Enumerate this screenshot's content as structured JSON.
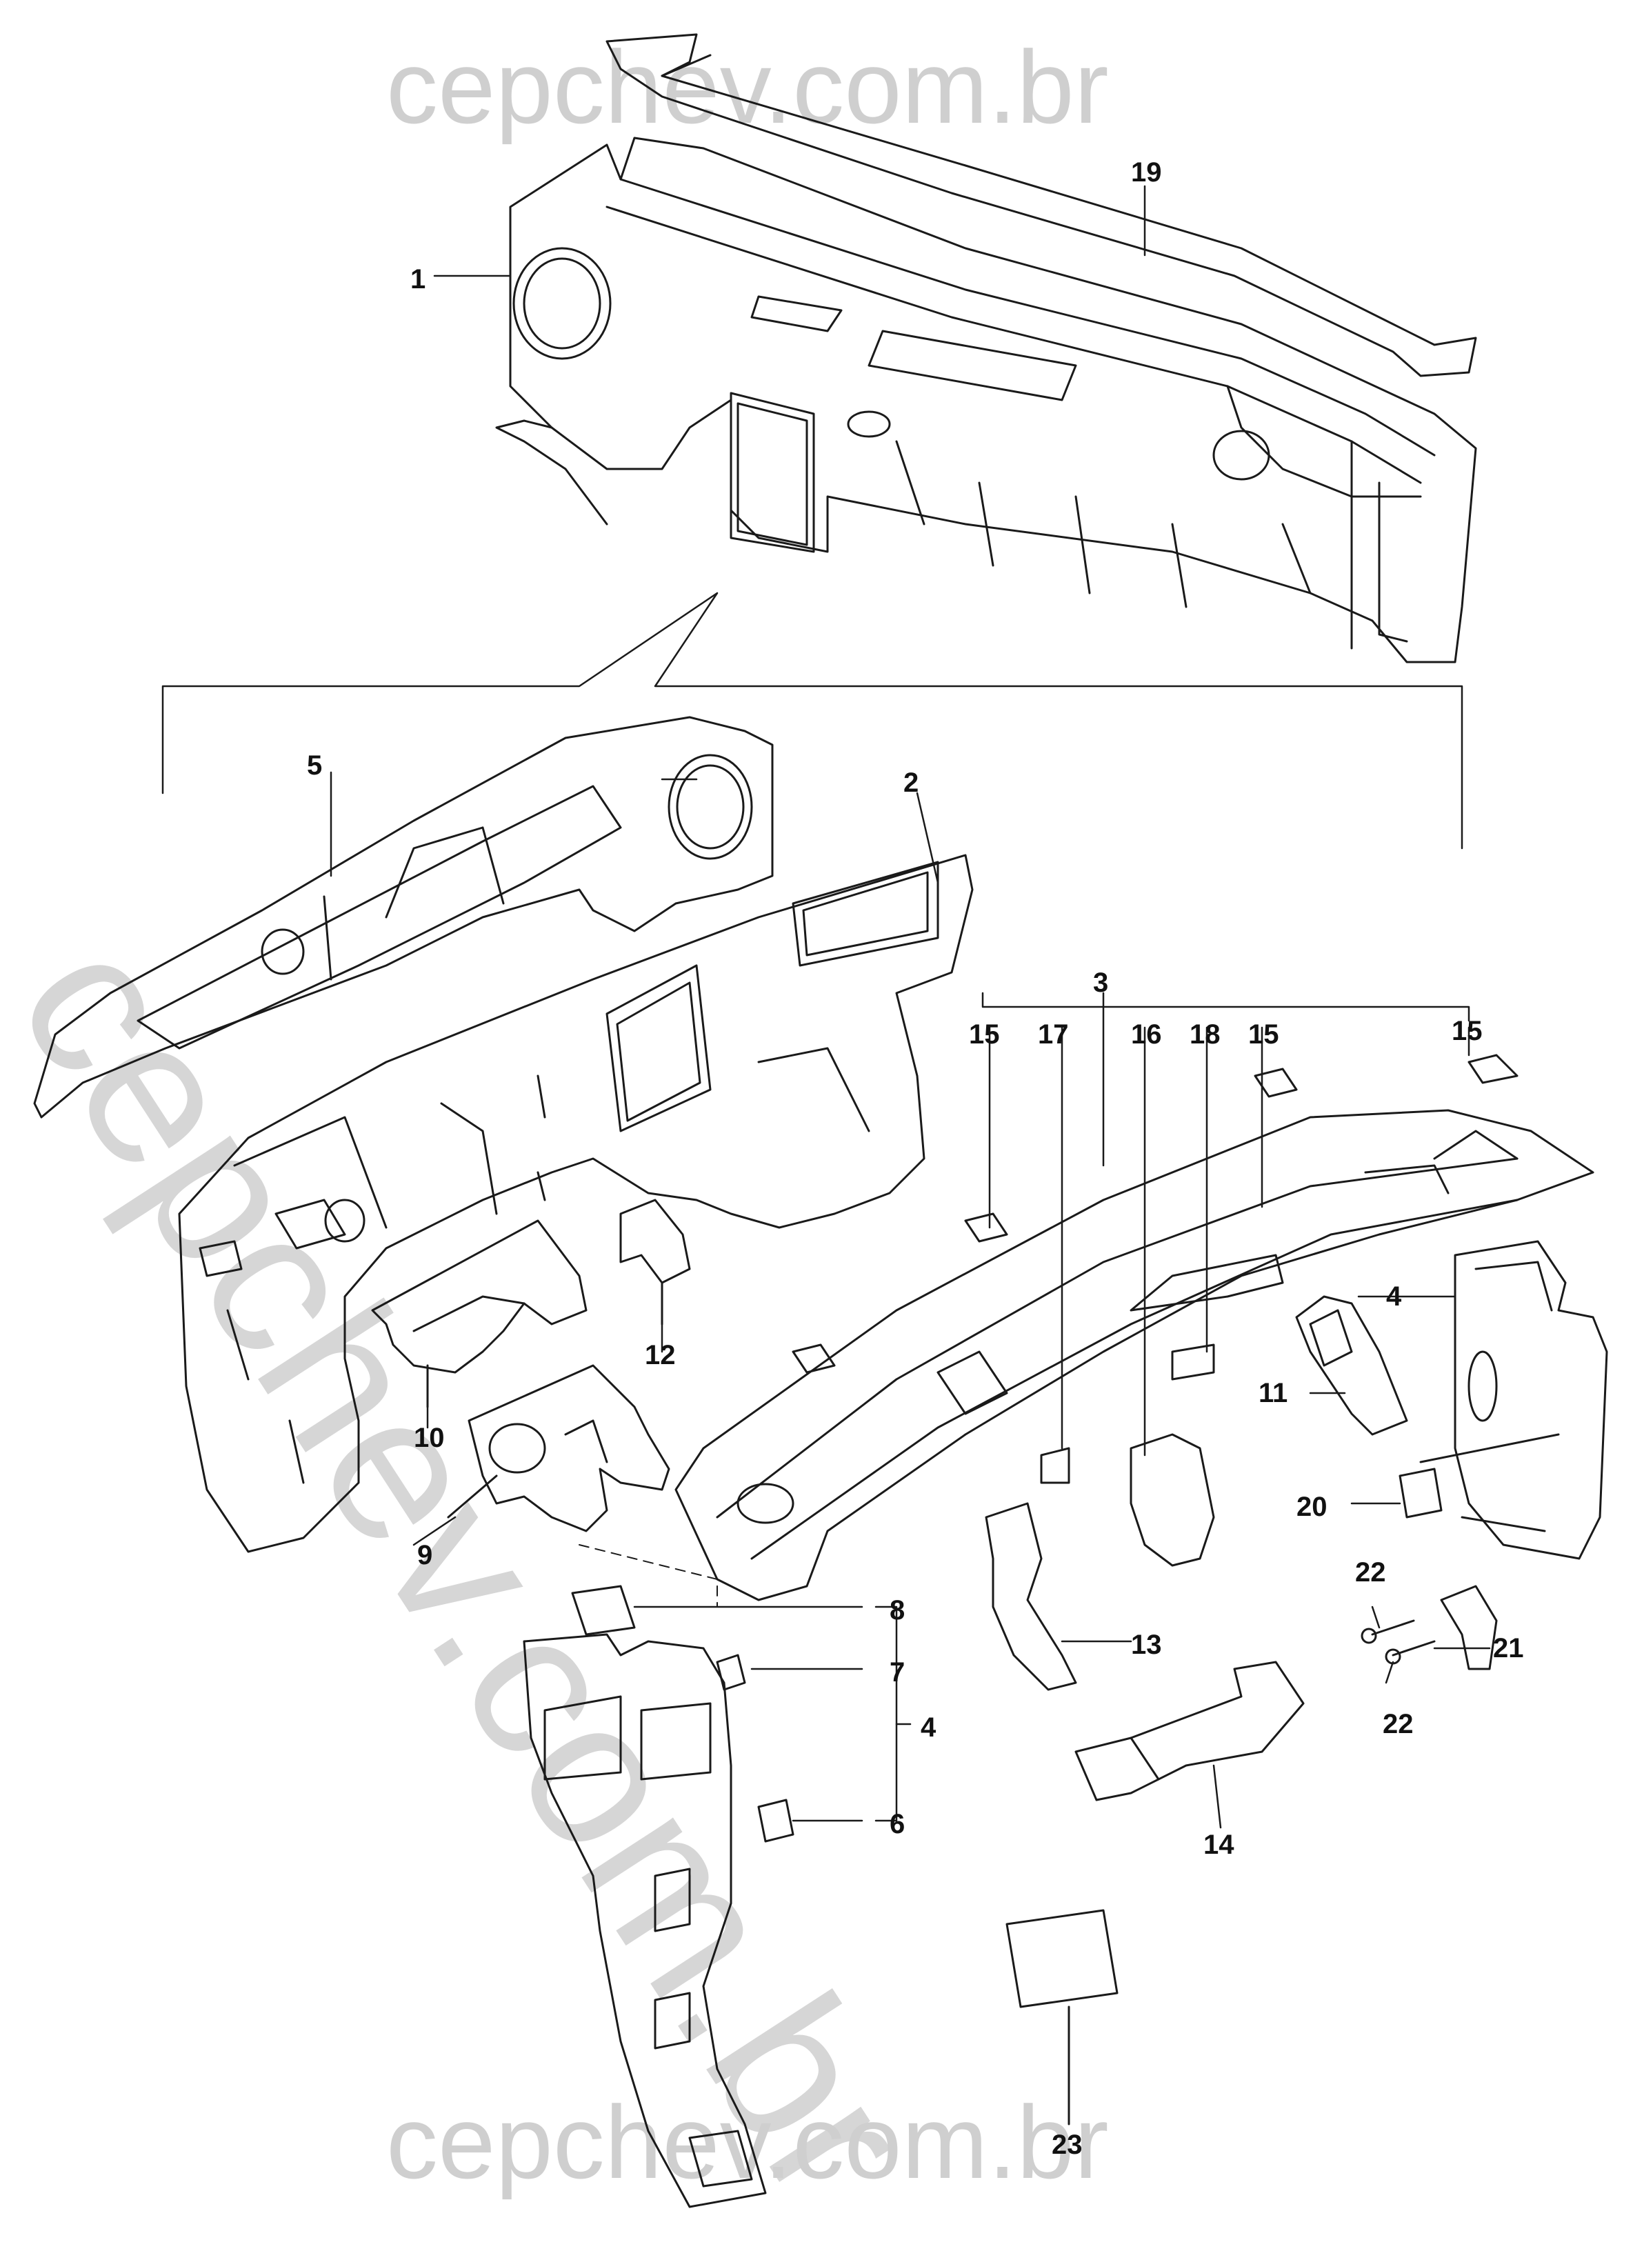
{
  "watermark": {
    "top": "cepchev.com.br",
    "bottom": "cepchev.com.br",
    "diagonal": "cepchev.com.br"
  },
  "callouts": {
    "c1": "1",
    "c2": "2",
    "c3": "3",
    "c4a": "4",
    "c4b": "4",
    "c5": "5",
    "c6": "6",
    "c7": "7",
    "c8": "8",
    "c9": "9",
    "c10": "10",
    "c11": "11",
    "c12": "12",
    "c13": "13",
    "c14": "14",
    "c15a": "15",
    "c15b": "15",
    "c15c": "15",
    "c16": "16",
    "c17": "17",
    "c18": "18",
    "c19": "19",
    "c20": "20",
    "c21": "21",
    "c22a": "22",
    "c22b": "22",
    "c23": "23"
  }
}
